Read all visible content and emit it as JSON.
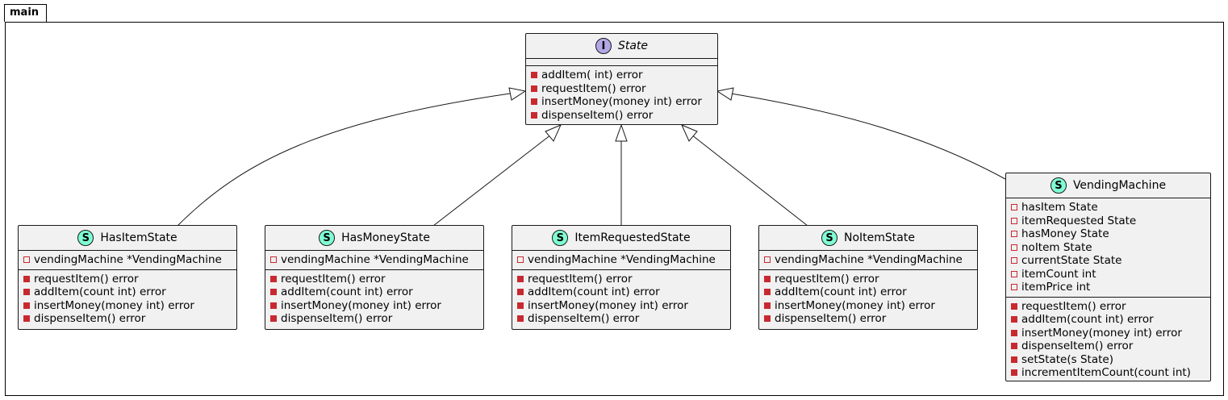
{
  "package": {
    "name": "main"
  },
  "interface": {
    "name": "State",
    "stereotype": "I",
    "fields": [],
    "methods": [
      "addItem( int) error",
      "requestItem() error",
      "insertMoney(money int) error",
      "dispenseItem() error"
    ]
  },
  "structs": [
    {
      "name": "HasItemState",
      "stereotype": "S",
      "fields": [
        "vendingMachine *VendingMachine"
      ],
      "methods": [
        "requestItem() error",
        "addItem(count int) error",
        "insertMoney(money int) error",
        "dispenseItem() error"
      ]
    },
    {
      "name": "HasMoneyState",
      "stereotype": "S",
      "fields": [
        "vendingMachine *VendingMachine"
      ],
      "methods": [
        "requestItem() error",
        "addItem(count int) error",
        "insertMoney(money int) error",
        "dispenseItem() error"
      ]
    },
    {
      "name": "ItemRequestedState",
      "stereotype": "S",
      "fields": [
        "vendingMachine *VendingMachine"
      ],
      "methods": [
        "requestItem() error",
        "addItem(count int) error",
        "insertMoney(money int) error",
        "dispenseItem() error"
      ]
    },
    {
      "name": "NoItemState",
      "stereotype": "S",
      "fields": [
        "vendingMachine *VendingMachine"
      ],
      "methods": [
        "requestItem() error",
        "addItem(count int) error",
        "insertMoney(money int) error",
        "dispenseItem() error"
      ]
    },
    {
      "name": "VendingMachine",
      "stereotype": "S",
      "fields": [
        "hasItem State",
        "itemRequested State",
        "hasMoney State",
        "noItem State",
        "currentState State",
        "itemCount int",
        "itemPrice int"
      ],
      "methods": [
        "requestItem() error",
        "addItem(count int) error",
        "insertMoney(money int) error",
        "dispenseItem() error",
        "setState(s State)",
        "incrementItemCount(count int)"
      ]
    }
  ],
  "relations": [
    {
      "from": "HasItemState",
      "to": "State",
      "type": "realization"
    },
    {
      "from": "HasMoneyState",
      "to": "State",
      "type": "realization"
    },
    {
      "from": "ItemRequestedState",
      "to": "State",
      "type": "realization"
    },
    {
      "from": "NoItemState",
      "to": "State",
      "type": "realization"
    },
    {
      "from": "VendingMachine",
      "to": "State",
      "type": "realization"
    }
  ],
  "colors": {
    "class_fill": "#f1f1f1",
    "struct_badge": "#7fffd4",
    "interface_badge": "#b4a7e5",
    "visibility_private": "#c82930"
  }
}
